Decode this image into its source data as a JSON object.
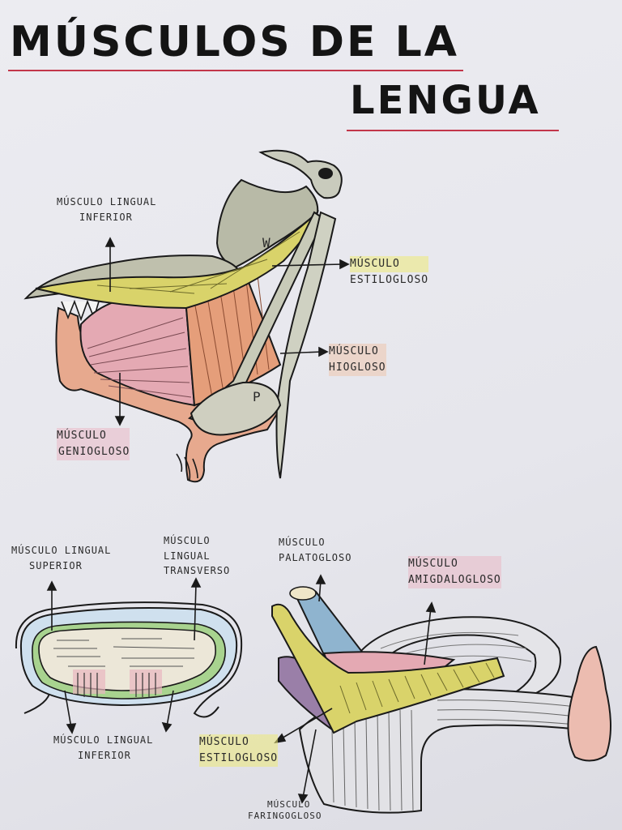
{
  "title": {
    "line1": "MÚSCULOS DE LA",
    "line2": "LENGUA"
  },
  "diagram_top": {
    "labels": {
      "lingual_inferior": [
        "MÚSCULO LINGUAL",
        "INFERIOR"
      ],
      "estilogloso": [
        "MÚSCULO",
        "ESTILOGLOSO"
      ],
      "hiogloso": [
        "MÚSCULO",
        "HIOGLOSO"
      ],
      "geniogloso": [
        "MÚSCULO",
        "GENIOGLOSO"
      ]
    },
    "marks": {
      "w": "w",
      "p": "p"
    }
  },
  "diagram_bottom_left": {
    "labels": {
      "lingual_superior": [
        "MÚSCULO LINGUAL",
        "SUPERIOR"
      ],
      "lingual_transverso": [
        "MÚSCULO",
        "LINGUAL",
        "TRANSVERSO"
      ],
      "lingual_inferior": [
        "MÚSCULO LINGUAL",
        "INFERIOR"
      ]
    }
  },
  "diagram_bottom_right": {
    "labels": {
      "palatogloso": [
        "MÚSCULO",
        "PALATOGLOSO"
      ],
      "amigdalogloso": [
        "MÚSCULO",
        "AMIGDALOGLOSO"
      ],
      "estilogloso": [
        "MÚSCULO",
        "ESTILOGLOSO"
      ],
      "faringogloso": [
        "MÚSCULO",
        "FARINGOGLOSO"
      ]
    }
  },
  "colors": {
    "ink": "#141414",
    "underline": "#c2364a",
    "yellow_muscle": "#d9d36a",
    "pink_muscle": "#e4a9b3",
    "orange_muscle": "#e59e7a",
    "green_muscle": "#7fb86a",
    "blue_muscle": "#8fb4cf",
    "purple_muscle": "#9a7fa8",
    "gray_bone": "#b9bba8"
  }
}
